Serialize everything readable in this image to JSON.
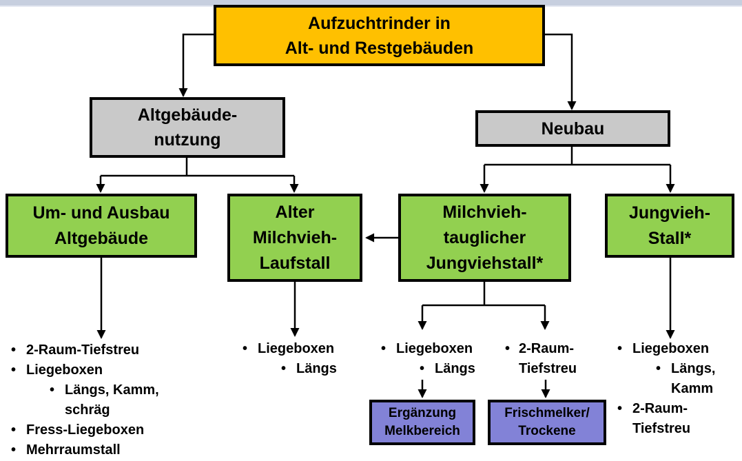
{
  "colors": {
    "orange": "#FFC000",
    "gray": "#C9C9C9",
    "green": "#92D050",
    "purple": "#8282D7",
    "top_strip": "#C7CFDF",
    "border": "#000000"
  },
  "boxes": {
    "root": {
      "text": "Aufzuchtrinder in\nAlt- und Restgebäuden"
    },
    "altgebaeude": {
      "text": "Altgebäude-\nnutzung"
    },
    "neubau": {
      "text": "Neubau"
    },
    "umbau": {
      "text": "Um- und Ausbau\nAltgebäude"
    },
    "alter_laufstall": {
      "text": "Alter\nMilchvieh-\nLaufstall"
    },
    "milchvieh_jungviehstall": {
      "text": "Milchvieh-\ntauglicher\nJungviehstall*"
    },
    "jungvieh_stall": {
      "text": "Jungvieh-\nStall*"
    },
    "ergaenzung_melkbereich": {
      "text": "Ergänzung\nMelkbereich"
    },
    "frischmelker_trockene": {
      "text": "Frischmelker/\nTrockene"
    }
  },
  "lists": {
    "umbau": {
      "items": [
        {
          "text": "2-Raum-Tiefstreu",
          "level": 1
        },
        {
          "text": "Liegeboxen",
          "level": 1
        },
        {
          "text": "Längs, Kamm,\nschräg",
          "level": 2
        },
        {
          "text": "Fress-Liegeboxen",
          "level": 1
        },
        {
          "text": "Mehrraumstall",
          "level": 1
        }
      ]
    },
    "alter_laufstall": {
      "items": [
        {
          "text": "Liegeboxen",
          "level": 1
        },
        {
          "text": "Längs",
          "level": 2
        }
      ]
    },
    "milchvieh_left": {
      "items": [
        {
          "text": "Liegeboxen",
          "level": 1
        },
        {
          "text": "Längs",
          "level": 2
        }
      ]
    },
    "milchvieh_right": {
      "items": [
        {
          "text": "2-Raum-\nTiefstreu",
          "level": 1
        }
      ]
    },
    "jungvieh": {
      "items": [
        {
          "text": "Liegeboxen",
          "level": 1
        },
        {
          "text": "Längs,\nKamm",
          "level": 2
        },
        {
          "text": "2-Raum-\nTiefstreu",
          "level": 1
        }
      ]
    }
  }
}
